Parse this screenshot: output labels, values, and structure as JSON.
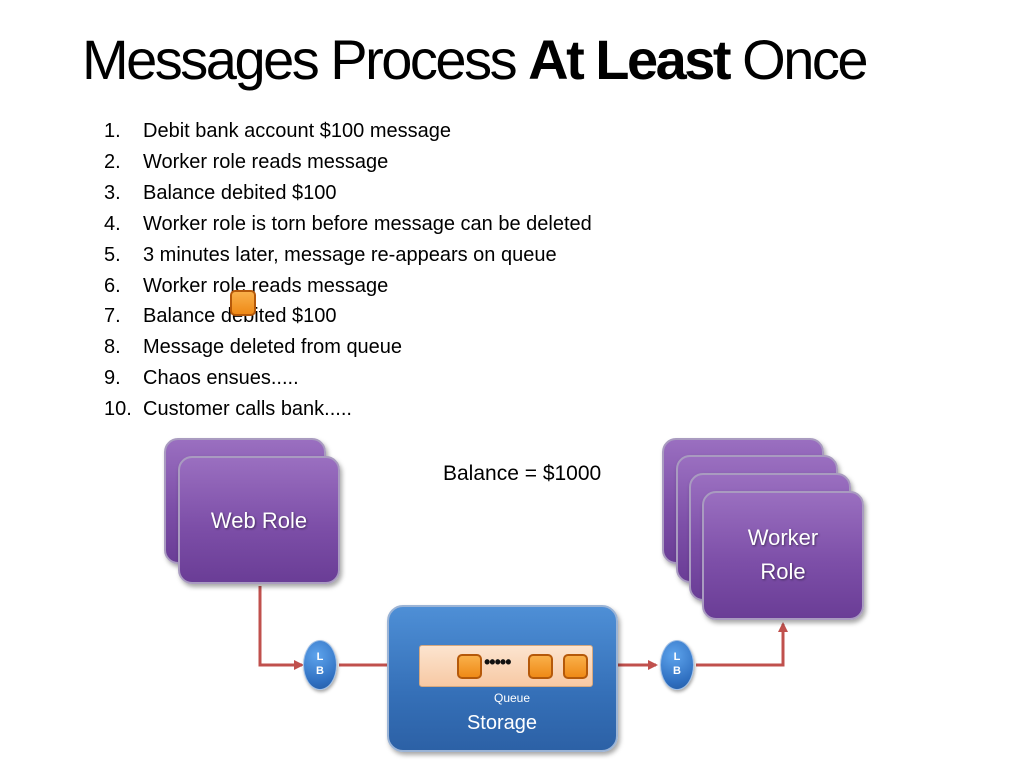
{
  "title": {
    "part1": "Messages Process ",
    "bold": "At Least",
    "part2": " Once"
  },
  "steps": [
    {
      "num": "1.",
      "text": "Debit bank account $100 message"
    },
    {
      "num": "2.",
      "text": "Worker role reads message"
    },
    {
      "num": "3.",
      "text": "Balance debited $100"
    },
    {
      "num": "4.",
      "text": "Worker role is torn before message can be deleted"
    },
    {
      "num": "5.",
      "text": "3 minutes later, message re-appears on queue"
    },
    {
      "num": "6.",
      "text": "Worker role reads message"
    },
    {
      "num": "7.",
      "text": "Balance debited $100"
    },
    {
      "num": "8.",
      "text": "Message deleted from queue"
    },
    {
      "num": "9.",
      "text": "Chaos ensues....."
    },
    {
      "num": "10.",
      "text": "Customer calls bank....."
    }
  ],
  "balance": "Balance = $1000",
  "web_role": {
    "label": "Web Role"
  },
  "worker_role": {
    "line1": "Worker",
    "line2": "Role"
  },
  "storage": {
    "label": "Storage",
    "queue_label": "Queue",
    "dots": "•••••"
  },
  "load_balancer": {
    "line1": "L",
    "line2": "B"
  },
  "colors": {
    "role": "#7d4fa8",
    "storage": "#3570b8",
    "message": "#ef8a17",
    "arrow": "#c0504d"
  }
}
